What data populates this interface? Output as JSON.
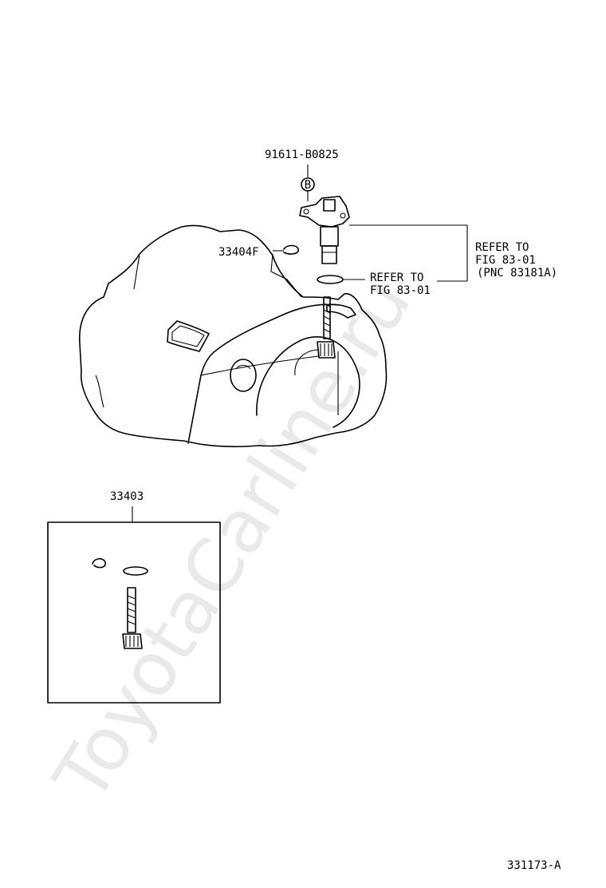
{
  "watermark": "ToyotaCarline.ru",
  "labels": {
    "bolt_part": "91611-B0825",
    "bolt_callout": "B",
    "clip_part": "33404F",
    "kit_part": "33403",
    "figure_id": "331173-A"
  },
  "refers": {
    "sensor_line1": "REFER TO",
    "sensor_line2": "FIG 83-01",
    "sensor_line3": "(PNC 83181A)",
    "oring_line1": "REFER TO",
    "oring_line2": "FIG 83-01"
  }
}
